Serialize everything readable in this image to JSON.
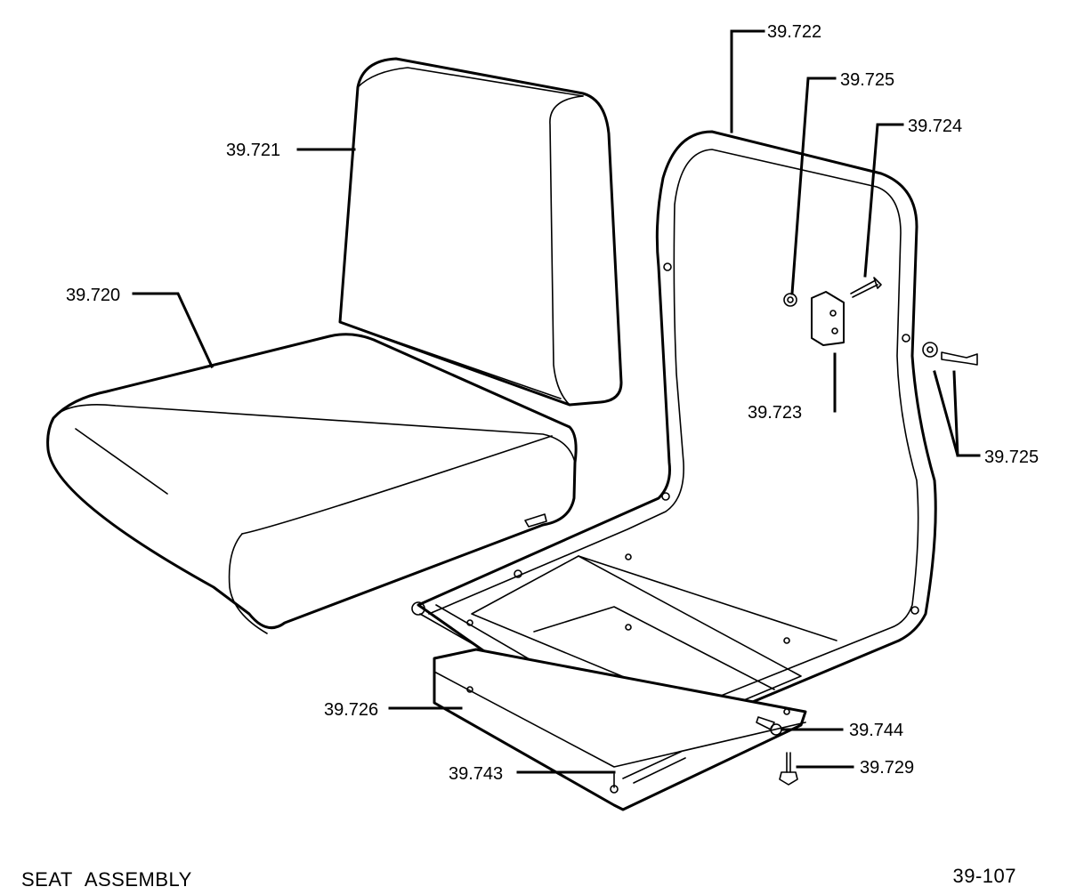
{
  "diagram": {
    "callouts": {
      "p39_722": "39.722",
      "p39_725_top": "39.725",
      "p39_724": "39.724",
      "p39_721": "39.721",
      "p39_720": "39.720",
      "p39_723": "39.723",
      "p39_725_right": "39.725",
      "p39_726": "39.726",
      "p39_744": "39.744",
      "p39_743": "39.743",
      "p39_729": "39.729"
    }
  },
  "footer": {
    "title": "SEAT ASSEMBLY",
    "page_number": "39-107"
  }
}
